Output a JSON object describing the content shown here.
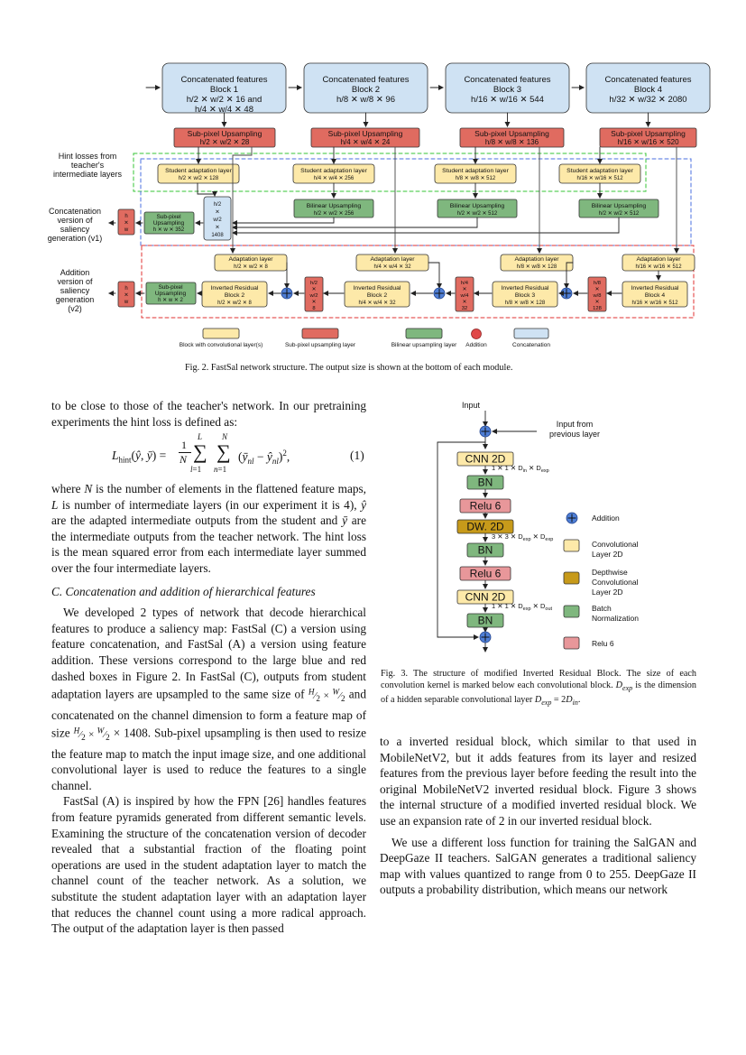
{
  "fig2": {
    "blocks": [
      {
        "title": "Concatenated features",
        "name": "Block 1",
        "l1": "h/2 ✕ w/2 ✕ 16 and",
        "l2": "h/4 ✕ w/4 ✕ 48"
      },
      {
        "title": "Concatenated features",
        "name": "Block 2",
        "l1": "h/8 ✕ w/8 ✕ 96",
        "l2": ""
      },
      {
        "title": "Concatenated features",
        "name": "Block 3",
        "l1": "h/16 ✕ w/16 ✕ 544",
        "l2": ""
      },
      {
        "title": "Concatenated features",
        "name": "Block 4",
        "l1": "h/32 ✕ w/32 ✕ 2080",
        "l2": ""
      }
    ],
    "subpixel": [
      {
        "t": "Sub-pixel Upsampling",
        "s": "h/2 ✕ w/2 ✕ 28"
      },
      {
        "t": "Sub-pixel Upsampling",
        "s": "h/4 ✕ w/4 ✕ 24"
      },
      {
        "t": "Sub-pixel Upsampling",
        "s": "h/8 ✕ w/8 ✕ 136"
      },
      {
        "t": "Sub-pixel Upsampling",
        "s": "h/16 ✕ w/16 ✕ 520"
      }
    ],
    "student": [
      {
        "t": "Student adaptation layer",
        "s": "h/2 ✕ w/2 ✕ 128"
      },
      {
        "t": "Student adaptation layer",
        "s": "h/4 ✕ w/4 ✕ 256"
      },
      {
        "t": "Student adaptation layer",
        "s": "h/8 ✕ w/8 ✕ 512"
      },
      {
        "t": "Student adaptation layer",
        "s": "h/16 ✕ w/16 ✕ 512"
      }
    ],
    "bilinear": [
      {
        "t": "Bilinear Upsampling",
        "s": "h/2 ✕ w/2 ✕ 256"
      },
      {
        "t": "Bilinear Upsampling",
        "s": "h/2 ✕ w/2 ✕ 512"
      },
      {
        "t": "Bilinear Upsampling",
        "s": "h/2 ✕ w/2 ✕ 512"
      }
    ],
    "concat_box": [
      "h/2",
      "✕",
      "w/2",
      "✕",
      "1408"
    ],
    "sub_v1": {
      "t1": "Sub-pixel",
      "t2": "Upsampling",
      "s": "h ✕ w ✕ 352"
    },
    "out_v1": [
      "h",
      "✕",
      "w"
    ],
    "adapt": [
      {
        "t": "Adaptation layer",
        "s": "h/2 ✕ w/2 ✕ 8"
      },
      {
        "t": "Adaptation layer",
        "s": "h/4 ✕ w/4 ✕ 32"
      },
      {
        "t": "Adaptation layer",
        "s": "h/8 ✕ w/8 ✕ 128"
      },
      {
        "t": "Adaptation layer",
        "s": "h/16 ✕ w/16 ✕ 512"
      }
    ],
    "irb": [
      {
        "t1": "Inverted Residual",
        "t2": "Block 2",
        "s": "h/2 ✕ w/2 ✕ 8"
      },
      {
        "t1": "Inverted Residual",
        "t2": "Block 2",
        "s": "h/4 ✕ w/4 ✕ 32"
      },
      {
        "t1": "Inverted Residual",
        "t2": "Block 3",
        "s": "h/8 ✕ w/8 ✕ 128"
      },
      {
        "t1": "Inverted Residual",
        "t2": "Block 4",
        "s": "h/16 ✕ w/16 ✕ 512"
      }
    ],
    "red_small": [
      [
        "h/2",
        "✕",
        "w/2",
        "✕",
        "8"
      ],
      [
        "h/4",
        "✕",
        "w/4",
        "✕",
        "32"
      ],
      [
        "h/8",
        "✕",
        "w/8",
        "✕",
        "128"
      ]
    ],
    "sub_v2": {
      "t1": "Sub-pixel",
      "t2": "Upsampling",
      "s": "h ✕ w ✕ 2"
    },
    "out_v2": [
      "h",
      "✕",
      "w"
    ],
    "left_labels": {
      "hint": [
        "Hint losses from",
        "teacher's",
        "intermediate layers"
      ],
      "v1": [
        "Concatenation",
        "version of",
        "saliency",
        "generation (v1)"
      ],
      "v2": [
        "Addition",
        "version of",
        "saliency",
        "generation",
        "(v2)"
      ]
    },
    "legend": [
      "Block with convolutional layer(s)",
      "Sub-pixel upsampling layer",
      "Bilinear upsampling layer",
      "Addition",
      "Concatenation"
    ],
    "caption": "Fig. 2.  FastSal network structure. The output size is shown at the bottom of each module."
  },
  "fig3": {
    "input": "Input",
    "from_prev": [
      "Input from",
      "previous layer"
    ],
    "layers": [
      "CNN 2D",
      "BN",
      "Relu 6",
      "DW. 2D",
      "BN",
      "Relu 6",
      "CNN 2D",
      "BN"
    ],
    "kernels": [
      "1 ✕ 1 ✕ D",
      "3 ✕ 3 ✕ D",
      "1 ✕ 1 ✕ D"
    ],
    "kernel_subs": [
      [
        "in",
        "exp"
      ],
      [
        "exp",
        "exp"
      ],
      [
        "exp",
        "out"
      ]
    ],
    "legend": [
      "Addition",
      "Convolutional Layer 2D",
      "Depthwise Convolutional Layer 2D",
      "Batch Normalization",
      "Relu 6"
    ],
    "caption_a": "Fig. 3.  The structure of modified Inverted Residual Block. The size of each convolution kernel is marked below each convolutional block. ",
    "caption_b": " is the dimension of a hidden separable convolutional layer "
  },
  "text": {
    "p1": "to be close to those of the teacher's network. In our pretraining experiments the hint loss is defined as:",
    "eq_num": "(1)",
    "p2": "is the number of elements in the flattened feature maps,",
    "p2b": "is number of intermediate layers (in our experiment it is 4),",
    "p2c": "are the adapted intermediate outputs from the student and",
    "p2d": "are the intermediate outputs from the teacher network. The hint loss is the mean squared error from each intermediate layer summed over the four intermediate layers.",
    "section": "C.  Concatenation and addition of hierarchical features",
    "p3": "We developed 2 types of network that decode hierarchical features to produce a saliency map: FastSal (C) a version using feature concatenation, and FastSal (A) a version using feature addition. These versions correspond to the large blue and red dashed boxes in Figure 2. In FastSal (C), outputs from student adaptation layers are upsampled to the same size of",
    "p3b": "and concatenated on the channel dimension to form a feature map of size",
    "p3c": ". Sub-pixel upsampling is then used to resize the feature map to match the input image size, and one additional convolutional layer is used to reduce the features to a single channel.",
    "p4": "FastSal (A) is inspired by how the FPN [26] handles features from feature pyramids generated from different semantic levels. Examining the structure of the concatenation version of decoder revealed that a substantial fraction of the floating point operations are used in the student adaptation layer to match the channel count of the teacher network. As a solution, we substitute the student adaptation layer with an adaptation layer that reduces the channel count using a more radical approach. The output of the adaptation layer is then passed",
    "r1": "to a inverted residual block, which similar to that used in MobileNetV2, but it adds features from its layer and resized features from the previous layer before feeding the result into the original MobileNetV2 inverted residual block. Figure 3 shows the internal structure of a modified inverted residual block. We use an expansion rate of 2 in our inverted residual block.",
    "r2": "We use a different loss function for training the SalGAN and DeepGaze II teachers. SalGAN generates a traditional saliency map with values quantized to range from 0 to 255. DeepGaze II outputs a probability distribution, which means our network"
  },
  "colors": {
    "yellow": "#fde9a9",
    "red": "#e06b60",
    "green": "#7fb77e",
    "blue": "#cfe2f3",
    "brown": "#c79a1a",
    "pink": "#e8979a",
    "add": "#4f7fd6"
  }
}
